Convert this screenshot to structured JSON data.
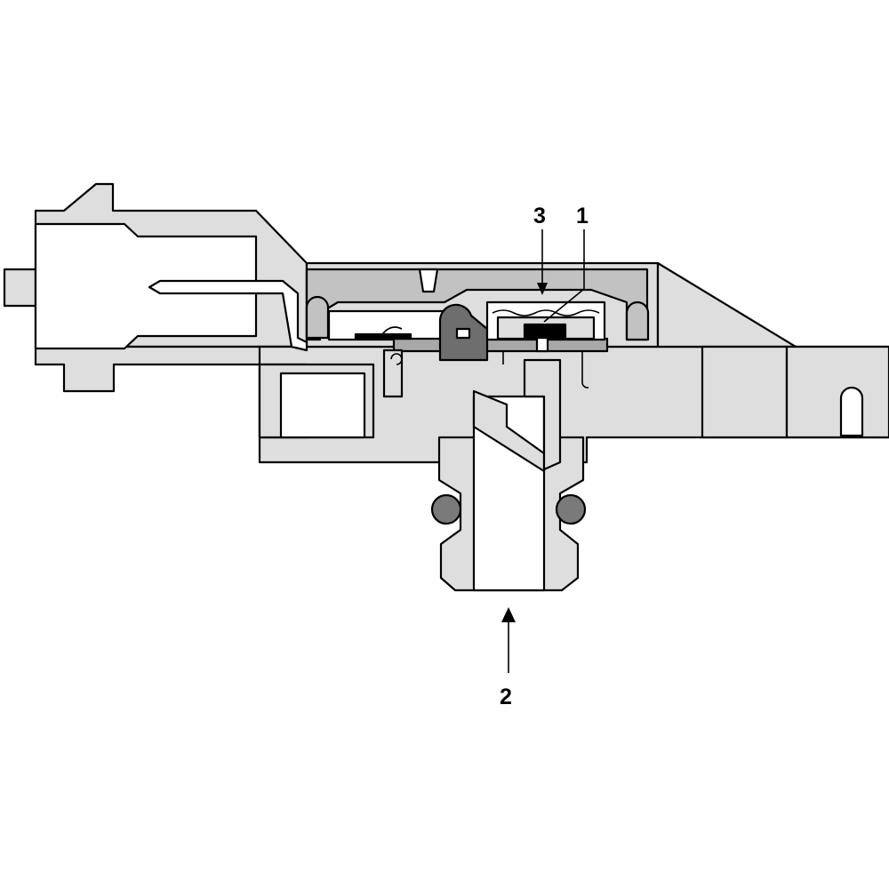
{
  "callouts": [
    {
      "id": "1",
      "label": "1"
    },
    {
      "id": "2",
      "label": "2"
    },
    {
      "id": "3",
      "label": "3"
    }
  ],
  "colors": {
    "housing": "#dedede",
    "cavity": "#ffffff",
    "seal": "#c2c2c2",
    "dark": "#6e6e6e",
    "oring": "#7a7a7a",
    "line": "#000000"
  }
}
